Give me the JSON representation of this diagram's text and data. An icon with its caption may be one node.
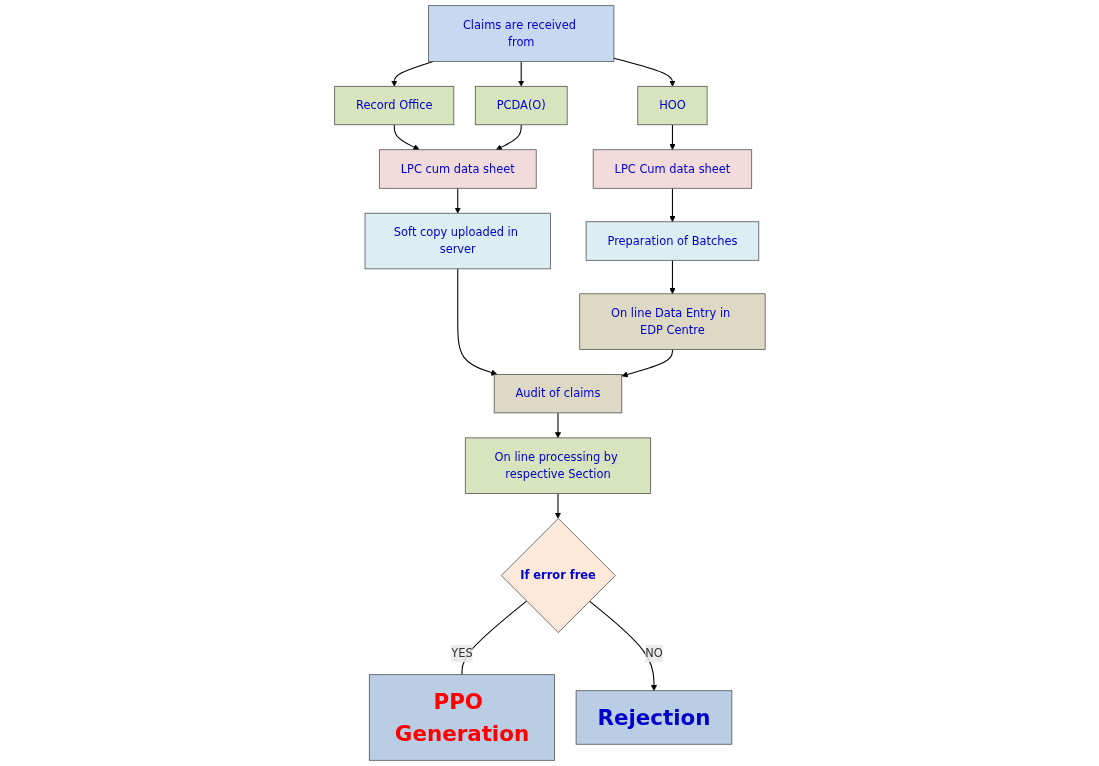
{
  "diagram": {
    "nodes": [
      {
        "text": [
          "Claims are received from"
        ]
      },
      {
        "text": [
          "Record Office"
        ]
      },
      {
        "text": [
          "PCDA(O)"
        ]
      },
      {
        "text": [
          "HOO"
        ]
      },
      {
        "text": [
          "LPC cum data sheet"
        ]
      },
      {
        "text": [
          "LPC Cum data sheet"
        ]
      },
      {
        "text": [
          "Preparation of Batches"
        ]
      },
      {
        "text": [
          "Soft copy uploaded in server"
        ]
      },
      {
        "text": [
          "On line Data Entry in EDP Centre"
        ]
      },
      {
        "text": [
          "Audit of claims"
        ]
      },
      {
        "text": [
          "On line processing by respective Section"
        ]
      },
      {
        "text": [
          "If error free"
        ]
      },
      {
        "text": [
          "PPO Generation"
        ]
      },
      {
        "text": [
          "Rejection"
        ]
      }
    ],
    "edges": [
      {
        "from": 0,
        "to": 1,
        "arrow": "to"
      },
      {
        "from": 0,
        "to": 2,
        "arrow": "to"
      },
      {
        "from": 0,
        "to": 3,
        "arrow": "to"
      },
      {
        "from": 1,
        "to": 4,
        "arrow": "to"
      },
      {
        "from": 2,
        "to": 4,
        "arrow": "to"
      },
      {
        "from": 3,
        "to": 5,
        "arrow": "to"
      },
      {
        "from": 4,
        "to": 7,
        "arrow": "to"
      },
      {
        "from": 5,
        "to": 6,
        "arrow": "to"
      },
      {
        "from": 6,
        "to": 8,
        "arrow": "to"
      },
      {
        "from": 7,
        "to": 9,
        "arrow": "to"
      },
      {
        "from": 8,
        "to": 9,
        "arrow": "to"
      },
      {
        "from": 9,
        "to": 10,
        "arrow": "to"
      },
      {
        "from": 10,
        "to": 11,
        "arrow": "to"
      },
      {
        "from": 11,
        "to": 12,
        "label": "YES",
        "arrow": "none"
      },
      {
        "from": 11,
        "to": 13,
        "label": "NO",
        "arrow": "to"
      }
    ]
  }
}
